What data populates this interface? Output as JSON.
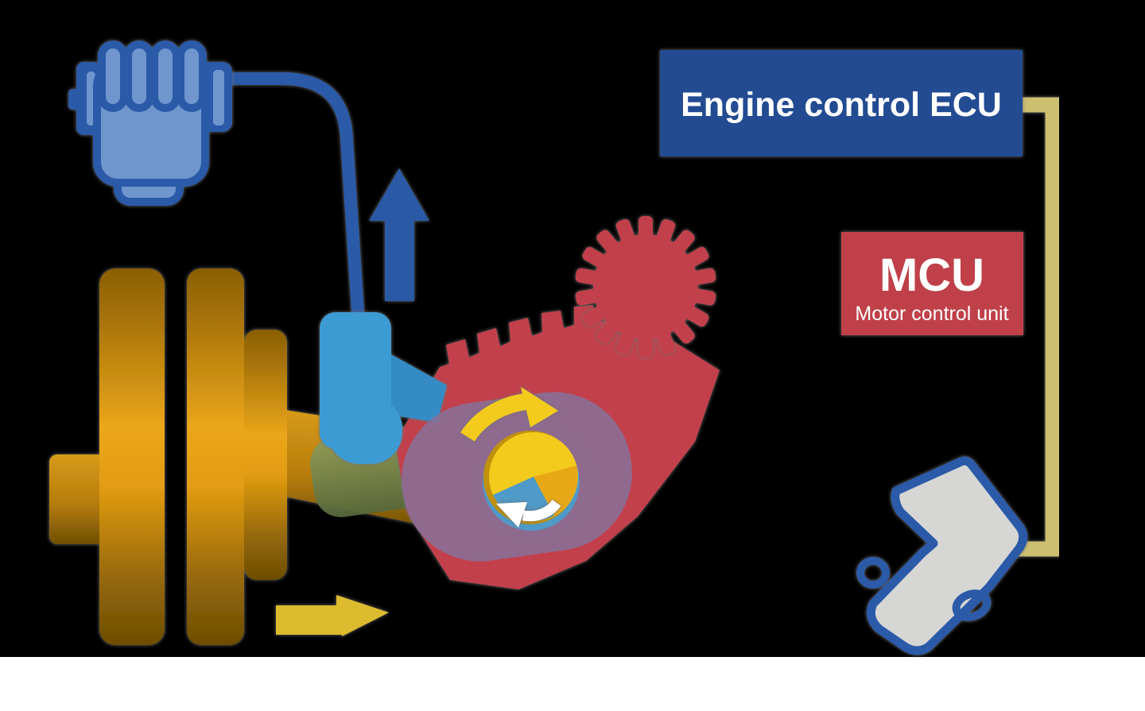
{
  "ecu": {
    "label": "Engine control ECU"
  },
  "mcu": {
    "title": "MCU",
    "subtitle": "Motor control unit"
  },
  "colors": {
    "ecu_blue": "#204b92",
    "mcu_red": "#c04149",
    "gear_red": "#c2414b",
    "signal_line_tan": "#cdbf70",
    "outline_gray": "#6f6f6f",
    "hand_blue": "#7096ce",
    "deep_blue": "#2b5aa8",
    "throttle_body_blue": "#3d9bd3",
    "barrel_purple": "#86719a",
    "valve_yellow": "#f3cb1d",
    "valve_orange": "#e8a816",
    "valve_blue": "#4e9ac9",
    "flywheel_gold": "#d9940f",
    "arrow_yellow": "#dcbc2e",
    "pedal_gray": "#d6d6d4",
    "background": "#000000",
    "footer_white": "#ffffff"
  },
  "icons": {
    "hand_grip": "hand-twisting-throttle-grip",
    "up_arrow": "upward-arrow",
    "right_arrow": "rightward-arrow",
    "clockwise_arrow": "clockwise-rotation-arrow",
    "counterclockwise_arrow": "counterclockwise-rotation-arrow",
    "motor_gear": "motor-drive-gear",
    "sector_gear": "throttle-sector-gear",
    "flywheel": "crankshaft-flywheel",
    "throttle_body": "throttle-body",
    "throttle_valve": "throttle-valve-disc",
    "pedal": "accelerator-pedal"
  }
}
